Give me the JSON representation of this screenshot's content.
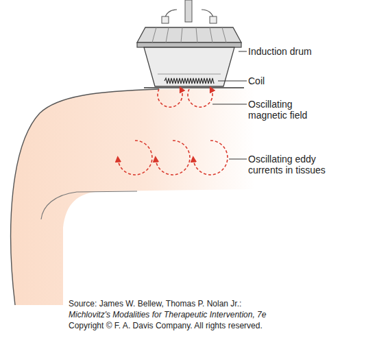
{
  "diagram": {
    "labels": [
      "Induction drum",
      "Coil",
      "Oscillating magnetic field",
      "Oscillating eddy currents in tissues",
      "Source: James W. Bellew, Thomas P. Nolan Jr.:",
      "Michlovitz's Modalities for Therapeutic Intervention, 7e",
      "Copyright © F. A. Davis Company. All rights reserved."
    ]
  }
}
